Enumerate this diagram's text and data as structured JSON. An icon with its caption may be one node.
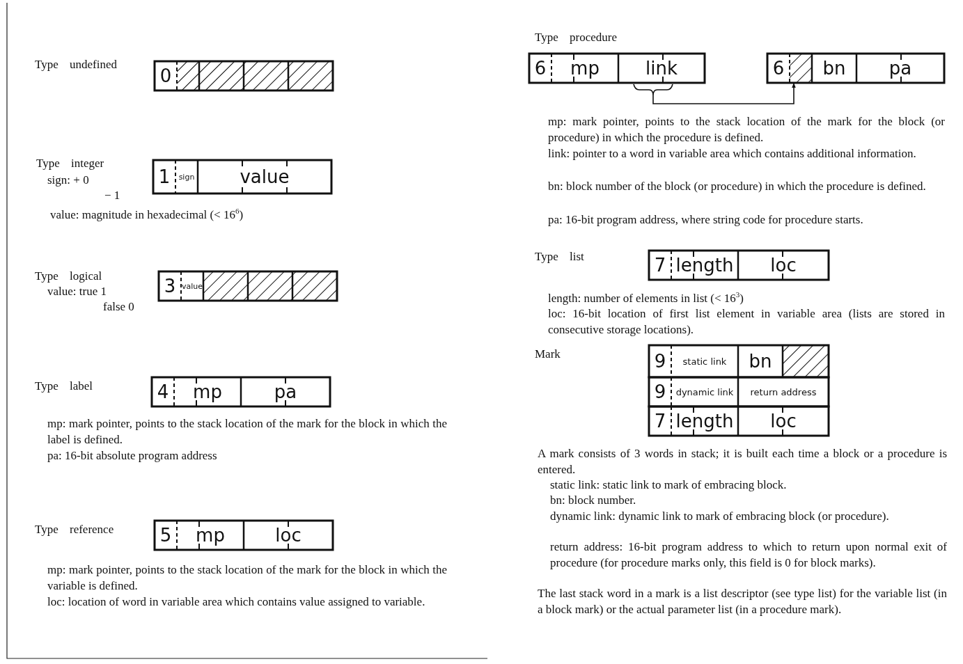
{
  "diagram": {
    "nodes": [
      {
        "text": [
          "0"
        ]
      },
      {
        "text": [
          "1"
        ]
      },
      {
        "text": [
          "sign"
        ]
      },
      {
        "text": [
          "value"
        ]
      },
      {
        "text": [
          "3"
        ]
      },
      {
        "text": [
          "value"
        ]
      },
      {
        "text": [
          "4"
        ]
      },
      {
        "text": [
          "mp"
        ]
      },
      {
        "text": [
          "pa"
        ]
      },
      {
        "text": [
          "5"
        ]
      },
      {
        "text": [
          "mp"
        ]
      },
      {
        "text": [
          "loc"
        ]
      },
      {
        "text": [
          "6"
        ]
      },
      {
        "text": [
          "mp"
        ]
      },
      {
        "text": [
          "link"
        ]
      },
      {
        "text": [
          "6"
        ]
      },
      {
        "text": [],
        "shape": "box"
      },
      {
        "text": [
          "bn"
        ]
      },
      {
        "text": [
          "pa"
        ]
      },
      {
        "text": [
          "7"
        ]
      },
      {
        "text": [
          "length"
        ]
      },
      {
        "text": [
          "loc"
        ]
      },
      {
        "text": [
          "9"
        ]
      },
      {
        "text": [
          "static link"
        ]
      },
      {
        "text": [
          "bn"
        ]
      },
      {
        "text": [
          "9"
        ]
      },
      {
        "text": [
          "dynamic link"
        ]
      },
      {
        "text": [
          "return address"
        ]
      },
      {
        "text": [
          "7"
        ]
      },
      {
        "text": [
          "length"
        ]
      },
      {
        "text": [
          "loc"
        ]
      }
    ],
    "edges": [
      {
        "from": 14,
        "to": 16,
        "arrow": "to"
      }
    ],
    "labels": [
      "Type undefined",
      "Type integer",
      "sign: + 0",
      "− 1",
      "value: magnitude in hexadecimal (< 16$^{6}$)",
      "Type logical",
      "value: true 1",
      "false 0",
      "Type label",
      "mp: mark pointer, points to the stack location of the mark for the block in which the label is defined.",
      "pa: 16-bit absolute program address",
      "Type reference",
      "mp: mark pointer, points to the stack location of the mark for the block in which the variable is defined.",
      "loc: location of word in variable area which contains value assigned to variable.",
      "Type procedure",
      "mp: mark pointer, points to the stack location of the mark for the block (or procedure) in which the procedure is defined.",
      "link: pointer to a word in variable area which contains additional information.",
      "bn: block number of the block (or procedure) in which the procedure is defined.",
      "pa: 16-bit program address, where string code for procedure starts.",
      "Type list",
      "length: number of elements in list (< 16$^{3}$)",
      "loc: 16-bit location of first list element in variable area (lists are stored in consecutive storage locations).",
      "Mark",
      "A mark consists of 3 words in stack; it is built each time a block or a procedure is entered.",
      "static link: static link to mark of embracing block.",
      "bn: block number.",
      "dynamic link: dynamic link to mark of embracing block (or procedure).",
      "return address: 16-bit program address to which to return upon normal exit of procedure (for procedure marks only, this field is 0 for block marks).",
      "The last stack word in a mark is a list descriptor (see type list) for the variable list (in a block mark) or the actual parameter list (in a procedure mark)."
    ]
  }
}
